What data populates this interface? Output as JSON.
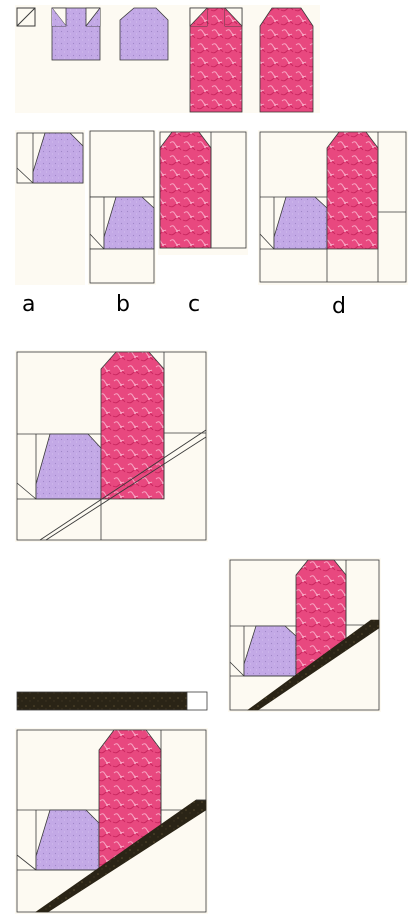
{
  "labels": {
    "a": "a",
    "b": "b",
    "c": "c",
    "d": "d"
  },
  "colors": {
    "background_fabric": "#fdfaf2",
    "lilac_fabric": "#c3a9e6",
    "pink_fabric": "#e8487f",
    "pink_fabric_light": "#f07aa3",
    "dark_binding": "#2a2416",
    "outline": "#3a3a3a",
    "page": "#ffffff"
  }
}
